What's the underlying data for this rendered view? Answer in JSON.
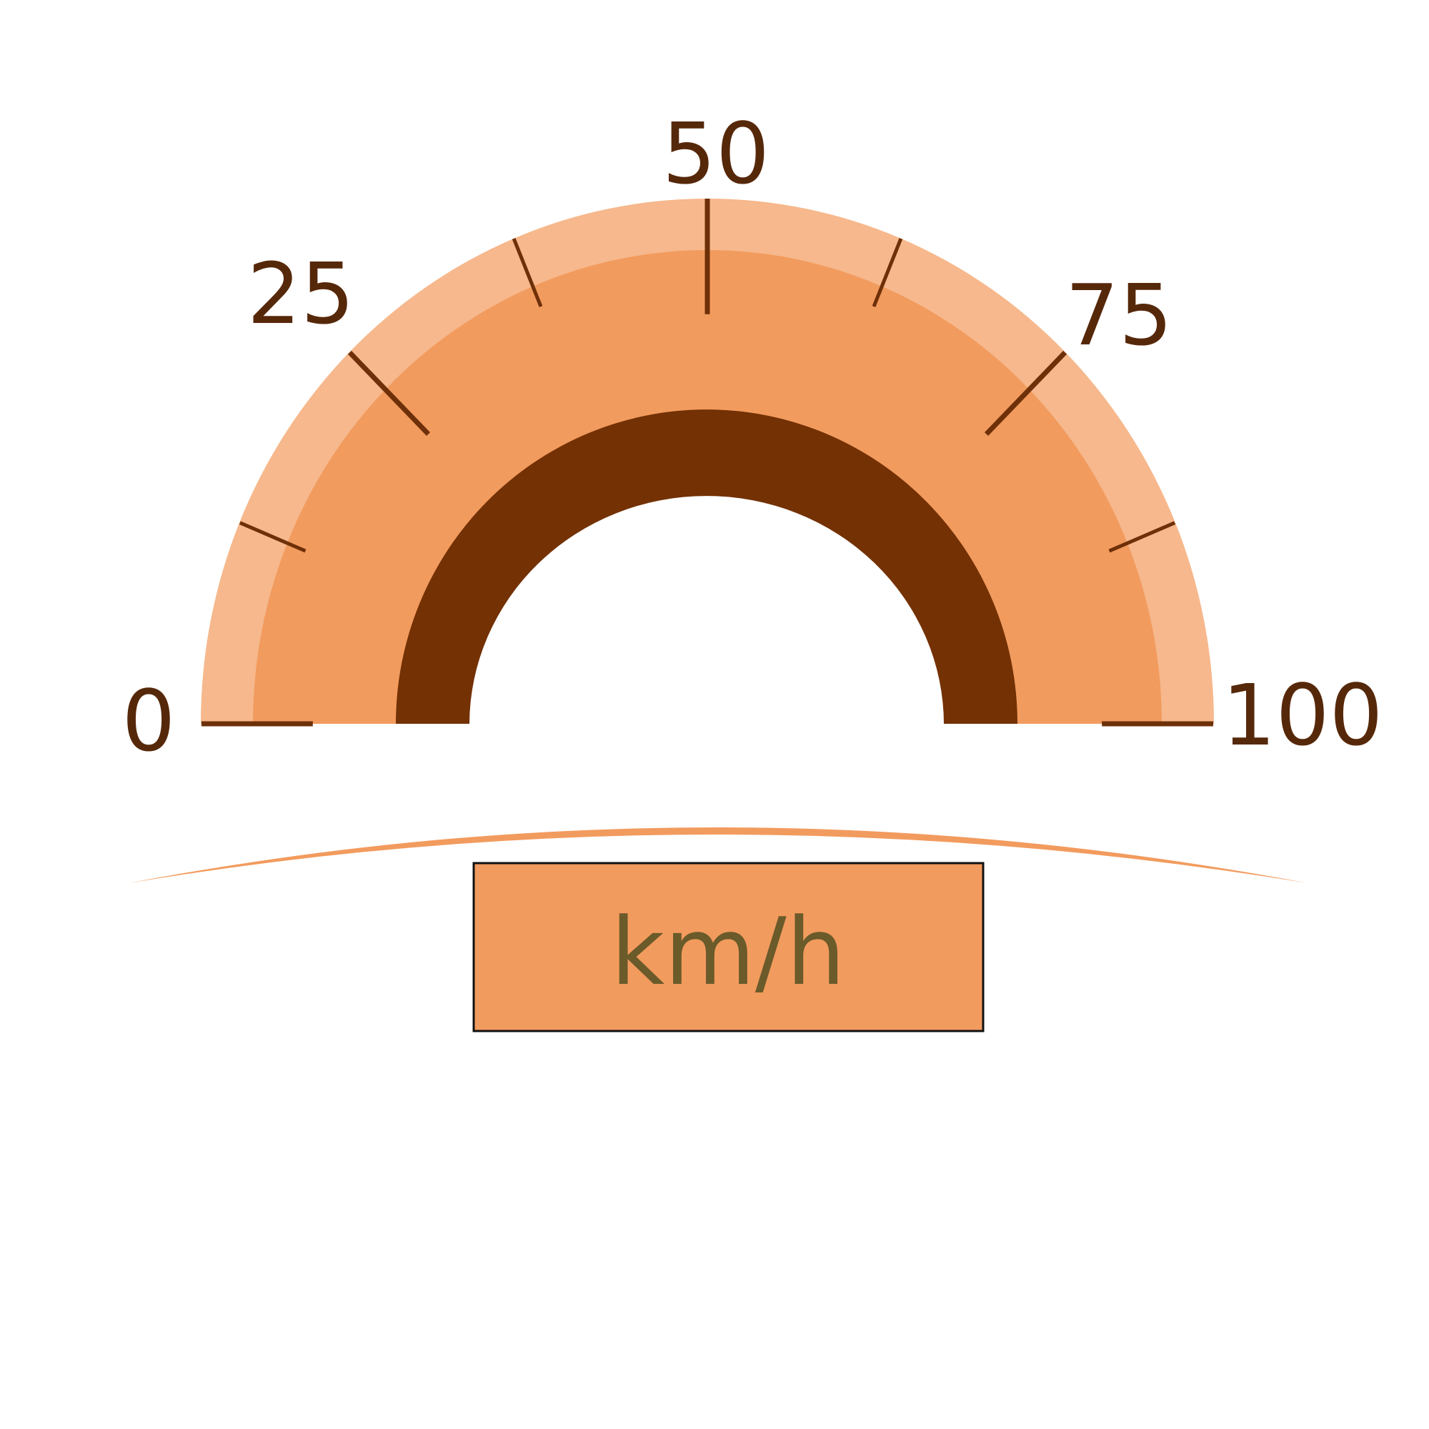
{
  "gauge": {
    "scale_labels": [
      "0",
      "25",
      "50",
      "75",
      "100"
    ],
    "unit_label": "km/h",
    "min": 0,
    "max": 100,
    "tick_values": [
      0,
      12.5,
      25,
      37.5,
      50,
      62.5,
      75,
      87.5,
      100
    ],
    "colors": {
      "outer_band": "#f6b88c",
      "mid_band": "#f29b5e",
      "inner_band": "#733104",
      "ticks": "#6e3008",
      "labels": "#56280a",
      "unit_box": "#f29b5e",
      "unit_text": "#6b5a2a"
    }
  }
}
